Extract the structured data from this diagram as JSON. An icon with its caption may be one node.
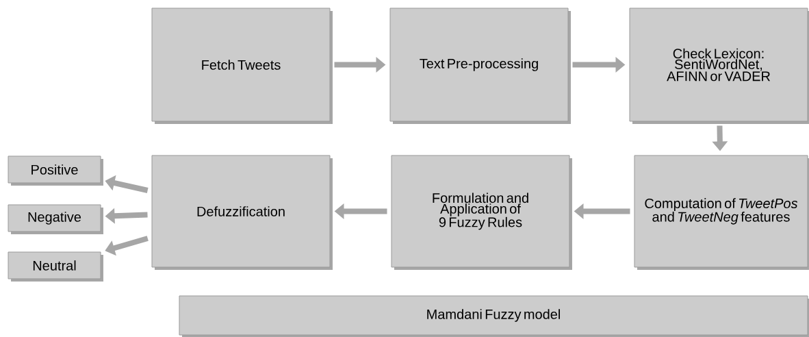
{
  "diagram": {
    "nodes": [
      {
        "text": [
          "Fetch Tweets"
        ]
      },
      {
        "text": [
          "Text Pre-processing"
        ]
      },
      {
        "text": [
          "Check Lexicon: SentiWordNet, AFINN or VADER"
        ]
      },
      {
        "text": [
          "Computation of *TweetPos* and *TweetNeg* features"
        ]
      },
      {
        "text": [
          "Formulation and Application of 9 Fuzzy Rules"
        ]
      },
      {
        "text": [
          "Defuzzification"
        ]
      },
      {
        "text": [
          "Positive"
        ]
      },
      {
        "text": [
          "Negative"
        ]
      },
      {
        "text": [
          "Neutral"
        ]
      },
      {
        "text": [
          "Mamdani Fuzzy model"
        ]
      }
    ],
    "edges": [
      {
        "from": 0,
        "to": 1,
        "arrow": "to"
      },
      {
        "from": 1,
        "to": 2,
        "arrow": "to"
      },
      {
        "from": 2,
        "to": 3,
        "arrow": "to"
      },
      {
        "from": 3,
        "to": 4,
        "arrow": "to"
      },
      {
        "from": 4,
        "to": 5,
        "arrow": "to"
      },
      {
        "from": 5,
        "to": 6,
        "arrow": "to"
      },
      {
        "from": 5,
        "to": 7,
        "arrow": "to"
      },
      {
        "from": 5,
        "to": 8,
        "arrow": "to"
      }
    ]
  }
}
